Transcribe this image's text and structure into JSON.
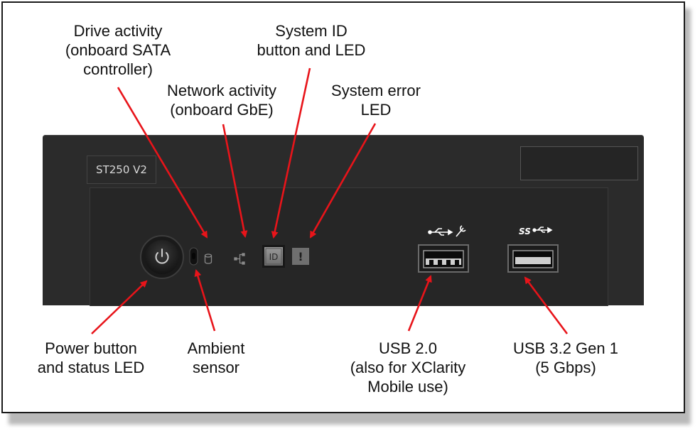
{
  "device": {
    "model": "ST250 V2",
    "id_button_text": "ID",
    "error_indicator_text": "!"
  },
  "labels": {
    "drive_activity": [
      "Drive activity",
      "(onboard SATA",
      "controller)"
    ],
    "network_activity": [
      "Network activity",
      "(onboard GbE)"
    ],
    "system_id": [
      "System ID",
      "button and LED"
    ],
    "system_error": [
      "System error",
      "LED"
    ],
    "power_button": [
      "Power button",
      "and status LED"
    ],
    "ambient_sensor": [
      "Ambient",
      "sensor"
    ],
    "usb2": [
      "USB 2.0",
      "(also for XClarity",
      "Mobile use)"
    ],
    "usb3": [
      "USB 3.2 Gen 1",
      "(5 Gbps)"
    ]
  },
  "colors": {
    "arrow": "#e8141a",
    "panel": "#2b2b2b",
    "label_text": "#111111"
  },
  "icons": {
    "power": "power-icon",
    "drive": "database-icon",
    "network": "network-icon",
    "usb2": "usb-icon",
    "usb3": "usb-superspeed-icon"
  }
}
